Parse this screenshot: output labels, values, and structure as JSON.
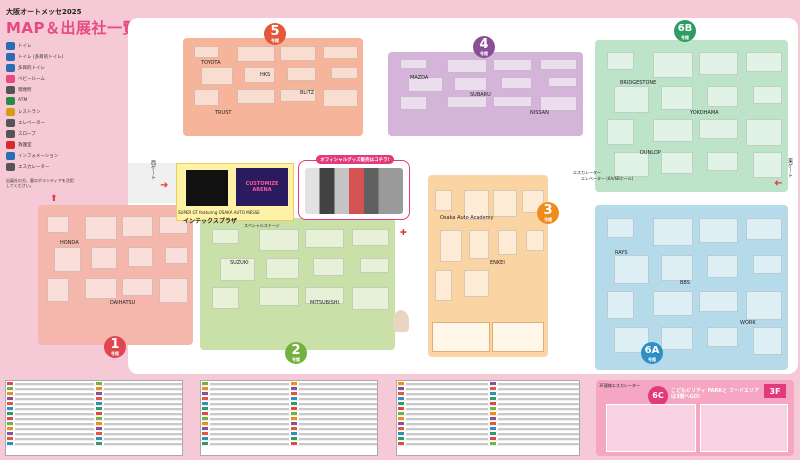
{
  "header": {
    "subtitle": "大阪オートメッセ2025",
    "title": "MAP＆出展社一覧"
  },
  "legend": [
    {
      "label": "トイレ",
      "color": "#2a6db5"
    },
    {
      "label": "トイレ (多目的トイレ)",
      "color": "#2a6db5"
    },
    {
      "label": "多目的トイレ",
      "color": "#2a6db5"
    },
    {
      "label": "ベビールーム",
      "color": "#e84a7f"
    },
    {
      "label": "喫煙所",
      "color": "#555555"
    },
    {
      "label": "ATM",
      "color": "#2a8a4a"
    },
    {
      "label": "レストラン",
      "color": "#d99a1a"
    },
    {
      "label": "エレベーター",
      "color": "#555555"
    },
    {
      "label": "スロープ",
      "color": "#555555"
    },
    {
      "label": "救護室",
      "color": "#d92a2a"
    },
    {
      "label": "インフォメーション",
      "color": "#2a6db5"
    },
    {
      "label": "エスカレーター",
      "color": "#555555"
    }
  ],
  "legend_note": "出展社の方、客のボランティアを活用してください。",
  "halls": [
    {
      "number": "5",
      "suffix": "号館",
      "color": "#f6b59a",
      "badge": "#e2583a"
    },
    {
      "number": "4",
      "suffix": "号館",
      "color": "#d4b5d9",
      "badge": "#8b4f98"
    },
    {
      "number": "6B",
      "suffix": "号館",
      "color": "#bde3c9",
      "badge": "#2f9c62"
    },
    {
      "number": "3",
      "suffix": "号館",
      "color": "#fbd4a4",
      "badge": "#f08c1e"
    },
    {
      "number": "1",
      "suffix": "号館",
      "color": "#f5b7ac",
      "badge": "#e04550"
    },
    {
      "number": "2",
      "suffix": "号館",
      "color": "#c9e1a8",
      "badge": "#73b23c"
    },
    {
      "number": "6A",
      "suffix": "号館",
      "color": "#b5dbea",
      "badge": "#2f8fc5"
    }
  ],
  "labels": {
    "west_gate": "西ゲート",
    "east_gate": "東ゲート",
    "plaza": "インテックスプラザ",
    "super_gt": "SUPER GT featuring OSAKA AUTO MESSE",
    "stage": "スペシャルステージ",
    "arena": "CUSTOMIZE ARENA",
    "goods": "オフィシャルグッズ販売はコチラ!",
    "escalator_note": "エスカレーター",
    "elevator_note": "エレベーター (6A/6Bホール)",
    "kids_park": "こどもビリティ PARKと フードエリアは3階へGO!",
    "floor_3f": "3F",
    "hall_6c": "6C",
    "floor_note": "3F連絡エスカレーター"
  },
  "booth_names": {
    "h5": [
      "TOYOTA",
      "HKS",
      "BLITZ",
      "TRUST"
    ],
    "h4": [
      "MAZDA",
      "SUBARU",
      "NISSAN"
    ],
    "h6b": [
      "BRIDGESTONE",
      "YOKOHAMA",
      "DUNLOP"
    ],
    "h3": [
      "Osaka Auto Academy",
      "ENKEI"
    ],
    "h1": [
      "HONDA",
      "DAIHATSU"
    ],
    "h2": [
      "SUZUKI",
      "MITSUBISHI"
    ],
    "h6a": [
      "RAYS",
      "BBS",
      "WORK"
    ]
  }
}
